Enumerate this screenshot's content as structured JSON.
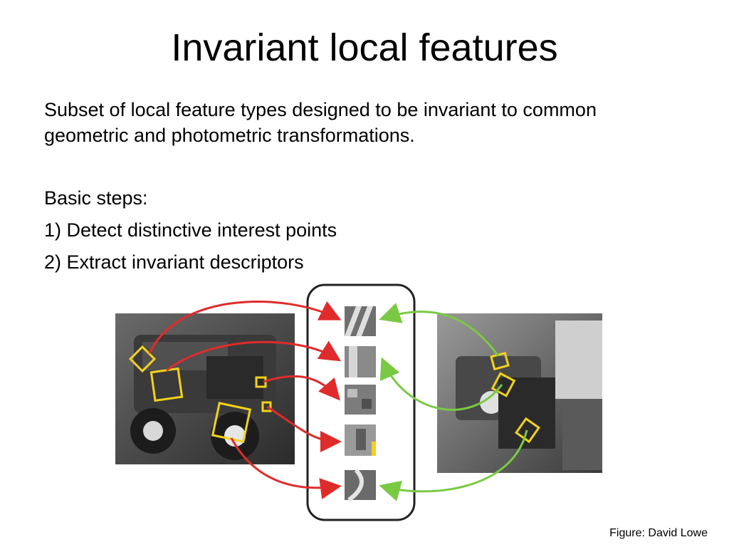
{
  "slide": {
    "title": "Invariant local features",
    "intro": "Subset of local feature types designed to be invariant to common geometric and photometric transformations.",
    "steps_heading": "Basic steps:",
    "steps": [
      "1) Detect distinctive interest points",
      "2) Extract invariant descriptors"
    ],
    "credit": "Figure: David Lowe"
  },
  "figure": {
    "arrow_colors": {
      "left": "#e02b2b",
      "right": "#7ac943"
    },
    "marker_color": "#f2d21b"
  }
}
